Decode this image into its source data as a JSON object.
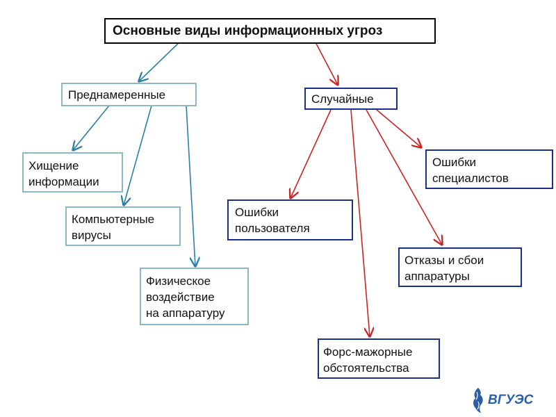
{
  "title": "Основные виды информационных угроз",
  "groups": {
    "intentional": {
      "label": "Преднамеренные",
      "items": {
        "theft": "Хищение\nинформации",
        "viruses": "Компьютерные\nвирусы",
        "physical": "Физическое\nвоздействие\nна аппаратуру"
      }
    },
    "accidental": {
      "label": "Случайные",
      "items": {
        "user_errors": "Ошибки\nпользователя",
        "specialist_errors": "Ошибки\nспециалистов",
        "hardware_failures": "Отказы и сбои\nаппаратуры",
        "force_majeure": "Форс-мажорные\nобстоятельства"
      }
    }
  },
  "logo": {
    "text": "ВГУЭС"
  },
  "colors": {
    "intentional_arrow": "#2a7fa6",
    "accidental_arrow": "#cc2222",
    "intentional_border": "#8ab8c8",
    "accidental_border": "#1a2f8a"
  }
}
